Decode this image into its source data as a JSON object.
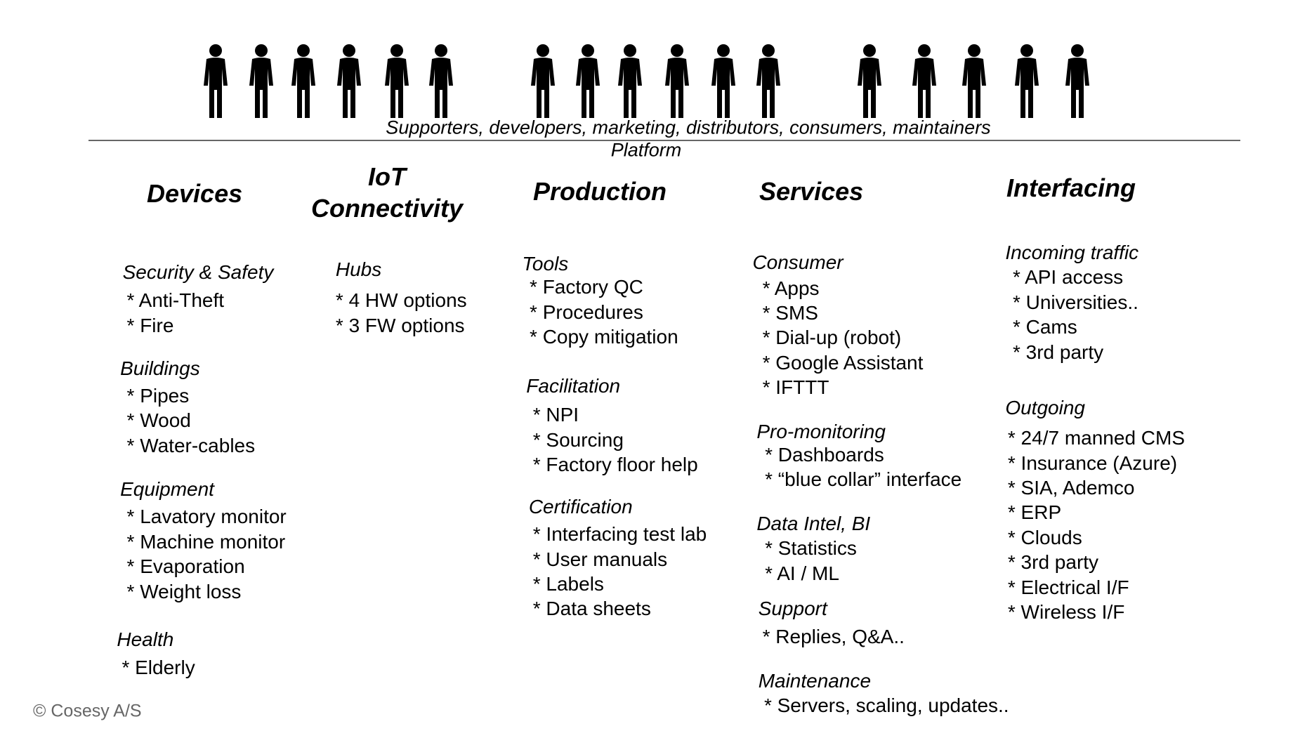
{
  "stakeholders_caption": "Supporters, developers, marketing, distributors, consumers, maintainers",
  "platform_label": "Platform",
  "figure_count": 17,
  "copyright": "© Cosesy A/S",
  "columns": [
    {
      "title": "Devices",
      "groups": [
        {
          "label": "Security & Safety",
          "items": [
            "* Anti-Theft",
            "* Fire"
          ]
        },
        {
          "label": "Buildings",
          "items": [
            "* Pipes",
            "* Wood",
            "* Water-cables"
          ]
        },
        {
          "label": "Equipment",
          "items": [
            "* Lavatory monitor",
            "* Machine monitor",
            "* Evaporation",
            "* Weight loss"
          ]
        },
        {
          "label": "Health",
          "items": [
            "* Elderly"
          ]
        }
      ]
    },
    {
      "title": "IoT",
      "title2": "Connectivity",
      "groups": [
        {
          "label": "Hubs",
          "items": [
            "* 4 HW options",
            "* 3 FW options"
          ]
        }
      ]
    },
    {
      "title": "Production",
      "groups": [
        {
          "label": "Tools",
          "items": [
            "* Factory QC",
            "* Procedures",
            "* Copy mitigation"
          ]
        },
        {
          "label": "Facilitation",
          "items": [
            "* NPI",
            "* Sourcing",
            "* Factory floor help"
          ]
        },
        {
          "label": "Certification",
          "items": [
            "* Interfacing test lab",
            "* User manuals",
            "* Labels",
            "* Data sheets"
          ]
        }
      ]
    },
    {
      "title": "Services",
      "groups": [
        {
          "label": "Consumer",
          "items": [
            "* Apps",
            "* SMS",
            "* Dial-up (robot)",
            "* Google Assistant",
            "* IFTTT"
          ]
        },
        {
          "label": "Pro-monitoring",
          "items": [
            "* Dashboards",
            "* “blue collar” interface"
          ]
        },
        {
          "label": "Data Intel, BI",
          "items": [
            "* Statistics",
            "* AI / ML"
          ]
        },
        {
          "label": "Support",
          "items": [
            "* Replies, Q&A.."
          ]
        },
        {
          "label": "Maintenance",
          "items": [
            "* Servers, scaling, updates.."
          ]
        }
      ]
    },
    {
      "title": "Interfacing",
      "groups": [
        {
          "label": "Incoming traffic",
          "items": [
            "* API access",
            "* Universities..",
            "* Cams",
            "* 3rd party"
          ]
        },
        {
          "label": "Outgoing",
          "items": [
            "* 24/7 manned CMS",
            "* Insurance (Azure)",
            "* SIA, Ademco",
            "* ERP",
            "* Clouds",
            "* 3rd party",
            "* Electrical I/F",
            "* Wireless I/F"
          ]
        }
      ]
    }
  ]
}
